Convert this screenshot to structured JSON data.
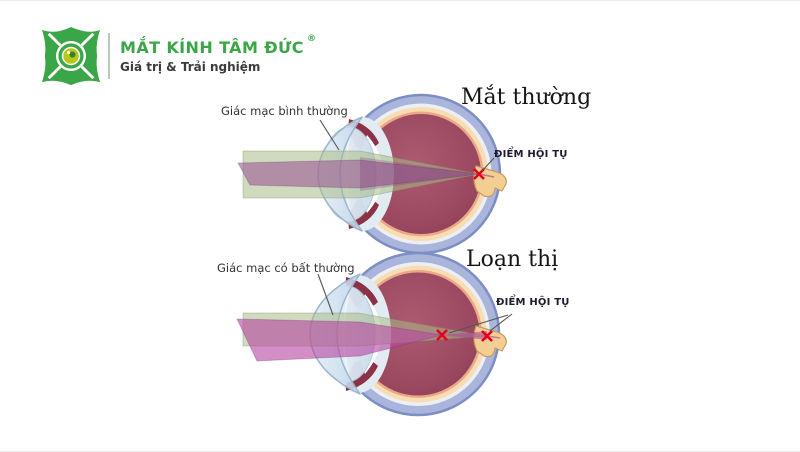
{
  "logo": {
    "brand": "MẮT KÍNH TÂM ĐỨC",
    "registered_mark": "®",
    "tagline": "Giá trị & Trải nghiệm",
    "brand_color": "#3aa648"
  },
  "diagrams": [
    {
      "id": "normal-eye",
      "title": "Mắt thường",
      "cornea_label": "Giác mạc bình thường",
      "focal_label": "ĐIỂM HỘI TỤ",
      "focal_point_count": 1
    },
    {
      "id": "astigmatism-eye",
      "title": "Loạn thị",
      "cornea_label": "Giác mạc có bất thường",
      "focal_label": "ĐIỂM HỘI TỤ",
      "focal_point_count": 2
    }
  ],
  "colors": {
    "brand_green": "#3aa648",
    "iris_yellow_green": "#b5c918",
    "sclera_blue": "#a9b5db",
    "choroid_peach": "#f8dcb2",
    "retina_salmon": "#eaa88a",
    "vitreous_maroon": "#9a4760",
    "optic_nerve_yellow": "#f4cd92",
    "beam_green": "#aabc88",
    "beam_purple": "#9c5c96",
    "focal_x_red": "#e3001e",
    "leader_line_gray": "#555555"
  }
}
